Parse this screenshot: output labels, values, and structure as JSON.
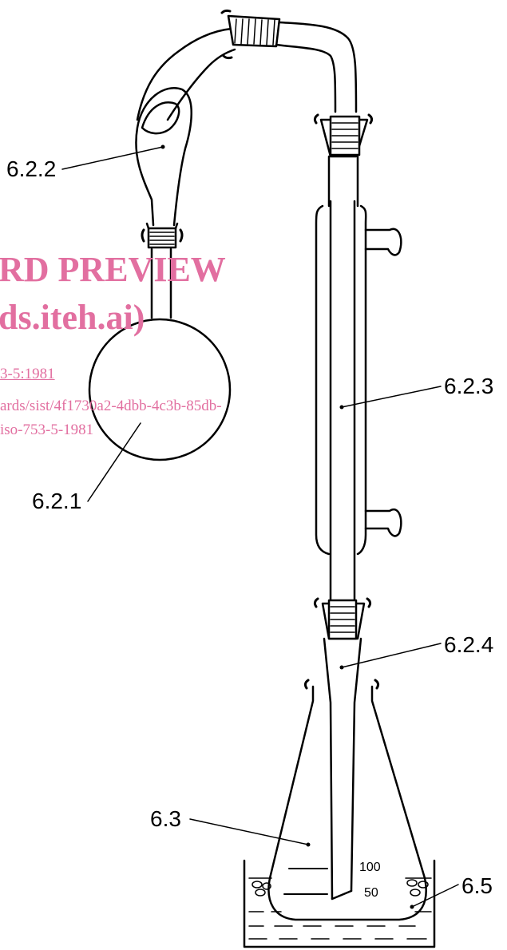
{
  "watermark": {
    "line1": "RD PREVIEW",
    "line2": "ds.iteh.ai)",
    "line3": "3-5:1981",
    "line4": "ards/sist/4f1730a2-4dbb-4c3b-85db-",
    "line5": "iso-753-5-1981"
  },
  "labels": {
    "l622": "6.2.2",
    "l621": "6.2.1",
    "l623": "6.2.3",
    "l624": "6.2.4",
    "l63": "6.3",
    "l65": "6.5"
  },
  "marks": {
    "m100": "100",
    "m50": "50"
  }
}
